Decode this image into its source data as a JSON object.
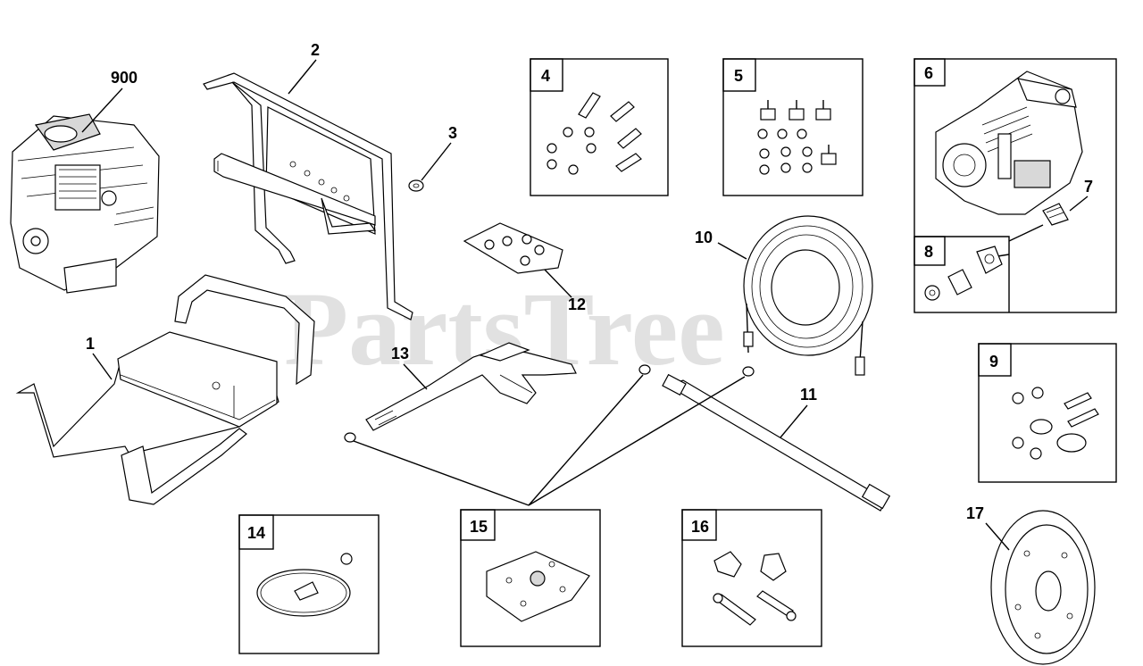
{
  "watermark": "PartsTree",
  "callouts": {
    "c900": "900",
    "c1": "1",
    "c2": "2",
    "c3": "3",
    "c10": "10",
    "c11": "11",
    "c12": "12",
    "c13": "13",
    "c17": "17",
    "c7": "7"
  },
  "boxes": {
    "b4": "4",
    "b5": "5",
    "b6": "6",
    "b8": "8",
    "b9": "9",
    "b14": "14",
    "b15": "15",
    "b16": "16"
  }
}
